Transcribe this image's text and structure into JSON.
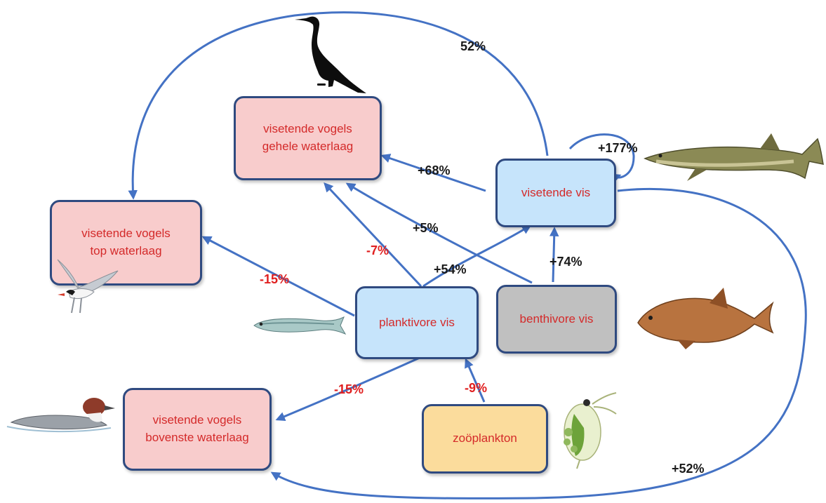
{
  "colors": {
    "arrow": "#4472c4",
    "node_border": "#2f4a80",
    "node_text": "#d42a2a",
    "bird_fill": "#f8cccc",
    "fish_fill": "#c6e4fb",
    "benthic_fill": "#c0c0c0",
    "plankton_fill": "#fbdc9c",
    "label_positive": "#1a1a1a",
    "label_negative": "#e02020"
  },
  "nodes": {
    "birds_whole": "visetende vogels\ngehele waterlaag",
    "birds_top": "visetende vogels\ntop waterlaag",
    "birds_upper": "visetende vogels\nbovenste waterlaag",
    "fish_piscivore": "visetende vis",
    "fish_planktivore": "planktivore vis",
    "fish_benthivore": "benthivore vis",
    "zooplankton": "zoöplankton"
  },
  "edges": {
    "piscivore_to_birds_top": "52%",
    "piscivore_self": "+177%",
    "piscivore_to_birds_whole": "+68%",
    "benthivore_to_birds_whole": "+5%",
    "planktivore_to_birds_whole": "-7%",
    "planktivore_to_piscivore": "+54%",
    "benthivore_to_piscivore": "+74%",
    "planktivore_to_birds_top": "-15%",
    "planktivore_to_birds_upper": "-15%",
    "zooplankton_to_planktivore": "-9%",
    "piscivore_to_birds_upper": "+52%"
  },
  "animals": {
    "cormorant": "cormorant-icon",
    "tern": "tern-icon",
    "smelt": "smelt-fish-icon",
    "pike": "pike-fish-icon",
    "bream": "bream-fish-icon",
    "smew": "smew-duck-icon",
    "daphnia": "daphnia-icon"
  }
}
